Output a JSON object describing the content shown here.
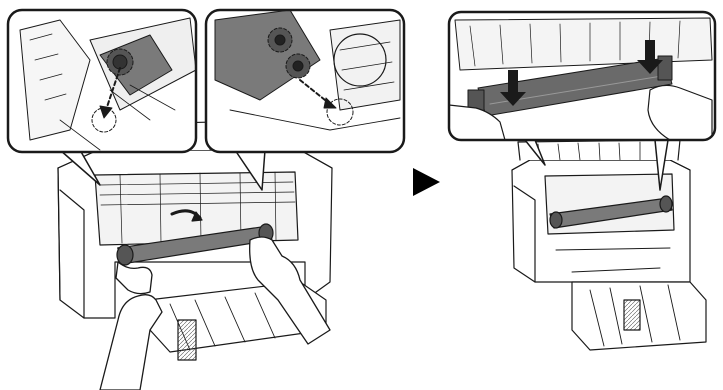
{
  "figure": {
    "panels": [
      {
        "id": "left-step",
        "subject": "printer-with-drum-being-lowered",
        "callouts": 2
      },
      {
        "id": "right-step",
        "subject": "printer-with-drum-seated",
        "callouts": 1
      }
    ],
    "icons": {
      "next_step": "play-triangle-icon",
      "push_down": "down-arrow-icon",
      "rotate": "curved-arrow-icon",
      "guide": "dashed-arrow-icon"
    },
    "colors": {
      "line": "#1a1a1a",
      "drum": "#777777",
      "paper": "#ffffff",
      "shade": "#d8d8d8"
    }
  }
}
